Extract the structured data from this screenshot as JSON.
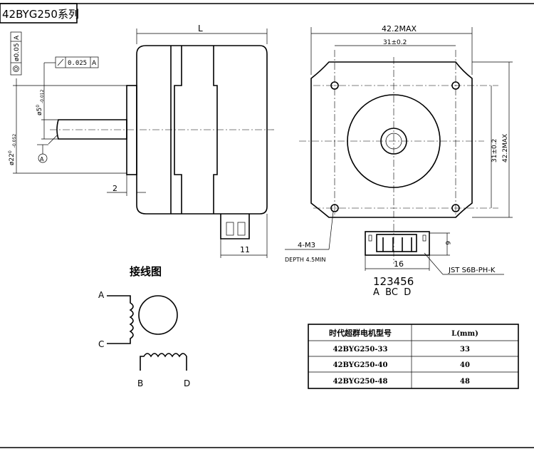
{
  "title": "42BYG250系列",
  "side_view": {
    "length_label": "L",
    "flange_label": "2",
    "connector_label": "11",
    "shaft_dia_label": "ø5",
    "shaft_tol_upper": "0",
    "shaft_tol_lower": "-0.012",
    "boss_dia_label": "ø22",
    "boss_tol_upper": "0",
    "boss_tol_lower": "-0.052",
    "runout_value": "0.025",
    "runout_datum": "A",
    "concentricity_value": "ø0.05",
    "concentricity_datum": "A",
    "datum_label": "A"
  },
  "front_view": {
    "width_max": "42.2MAX",
    "hole_pitch_h": "31±0.2",
    "hole_pitch_v": "31±0.2",
    "height_max": "42.2MAX",
    "holes_label": "4-M3",
    "depth_label": "DEPTH  4.5MIN",
    "connector_width": "16",
    "connector_height": "6",
    "connector_model": "JST S6B-PH-K",
    "pin_numbers": "123456",
    "pin_letters": "A  BC  D"
  },
  "wiring": {
    "title": "接线图",
    "labels": [
      "A",
      "C",
      "B",
      "D"
    ]
  },
  "table": {
    "headers": [
      "时代超群电机型号",
      "L(mm)"
    ],
    "rows": [
      [
        "42BYG250-33",
        "33"
      ],
      [
        "42BYG250-40",
        "40"
      ],
      [
        "42BYG250-48",
        "48"
      ]
    ]
  }
}
